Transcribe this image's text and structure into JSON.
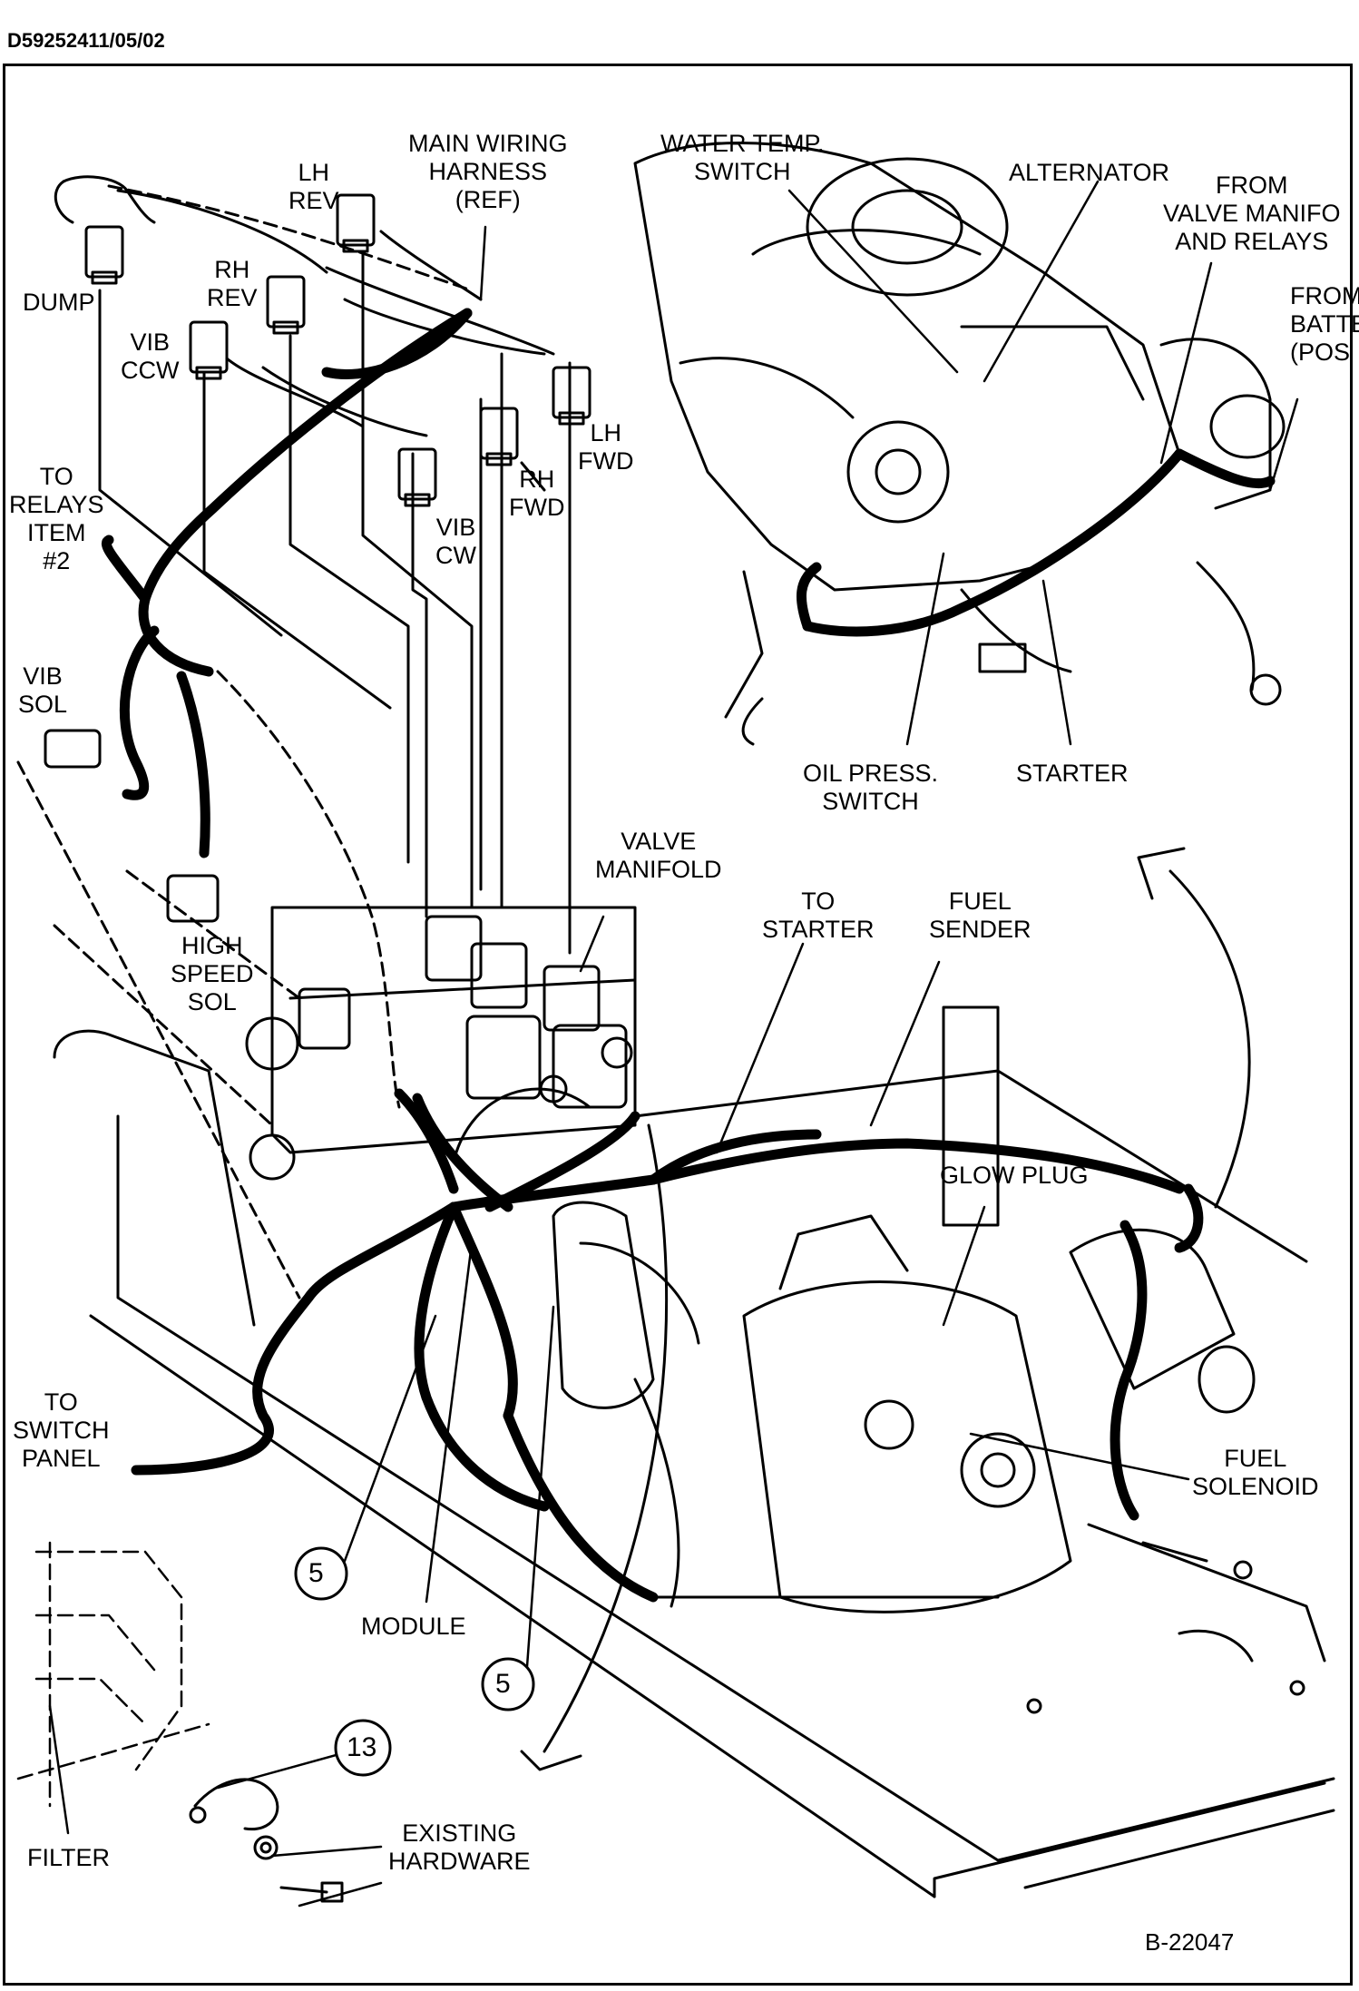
{
  "document_id": "D59252411/05/02",
  "figure_id": "B-22047",
  "labels": {
    "main_wiring_harness": "MAIN WIRING\nHARNESS\n(REF)",
    "water_temp_switch": "WATER TEMP.\nSWITCH",
    "alternator": "ALTERNATOR",
    "from_valve_manifold": "FROM\nVALVE MANIFO\nAND RELAYS",
    "from_battery": "FROM\nBATTE\n(POS",
    "lh_rev": "LH\nREV",
    "rh_rev": "RH\nREV",
    "dump": "DUMP",
    "vib_ccw": "VIB\nCCW",
    "lh_fwd": "LH\nFWD",
    "rh_fwd": "RH\nFWD",
    "vib_cw": "VIB\nCW",
    "to_relays": "TO\nRELAYS\nITEM\n#2",
    "vib_sol": "VIB\nSOL",
    "high_speed_sol": "HIGH\nSPEED\nSOL",
    "oil_press_switch": "OIL PRESS.\nSWITCH",
    "starter": "STARTER",
    "valve_manifold": "VALVE\nMANIFOLD",
    "to_starter": "TO\nSTARTER",
    "fuel_sender": "FUEL\nSENDER",
    "glow_plug": "GLOW PLUG",
    "to_switch_panel": "TO\nSWITCH\nPANEL",
    "fuel_solenoid": "FUEL\nSOLENOID",
    "module": "MODULE",
    "existing_hardware": "EXISTING\nHARDWARE",
    "filter": "FILTER"
  },
  "callouts": {
    "item_5a": "5",
    "item_5b": "5",
    "item_13": "13"
  }
}
